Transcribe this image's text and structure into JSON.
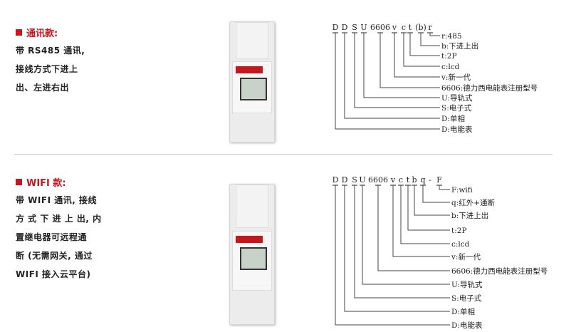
{
  "section1": {
    "title": "通讯款:",
    "desc": [
      "带 RS485 通讯,",
      "接线方式下进上",
      "出、左进右出"
    ],
    "code": [
      "D",
      "D",
      "S",
      "U",
      "6606",
      "v",
      "c",
      "t",
      "(b)",
      "r"
    ],
    "labels": [
      "r:485",
      "b:下进上出",
      "t:2P",
      "c:lcd",
      "v:新一代",
      "6606:德力西电能表注册型号",
      "U:导轨式",
      "S:电子式",
      "D:单相",
      "D:电能表"
    ]
  },
  "section2": {
    "title": "WIFI 款:",
    "desc": [
      "带 WIFI 通讯, 接线",
      "方 式 下 进 上 出, 内",
      "置继电器可远程通",
      "断 (无需网关, 通过",
      "WIFI 接入云平台)"
    ],
    "code": [
      "D",
      "D",
      "S",
      "U",
      "6606",
      "v",
      "c",
      "t",
      "b",
      "q",
      "-",
      "F"
    ],
    "labels": [
      "F:wifi",
      "q:红外+通断",
      "b:下进上出",
      "t:2P",
      "c:lcd",
      "v:新一代",
      "6606:德力西电能表注册型号",
      "U:导轨式",
      "S:电子式",
      "D:单相",
      "D:电能表"
    ]
  },
  "colors": {
    "accent": "#c8161d"
  }
}
